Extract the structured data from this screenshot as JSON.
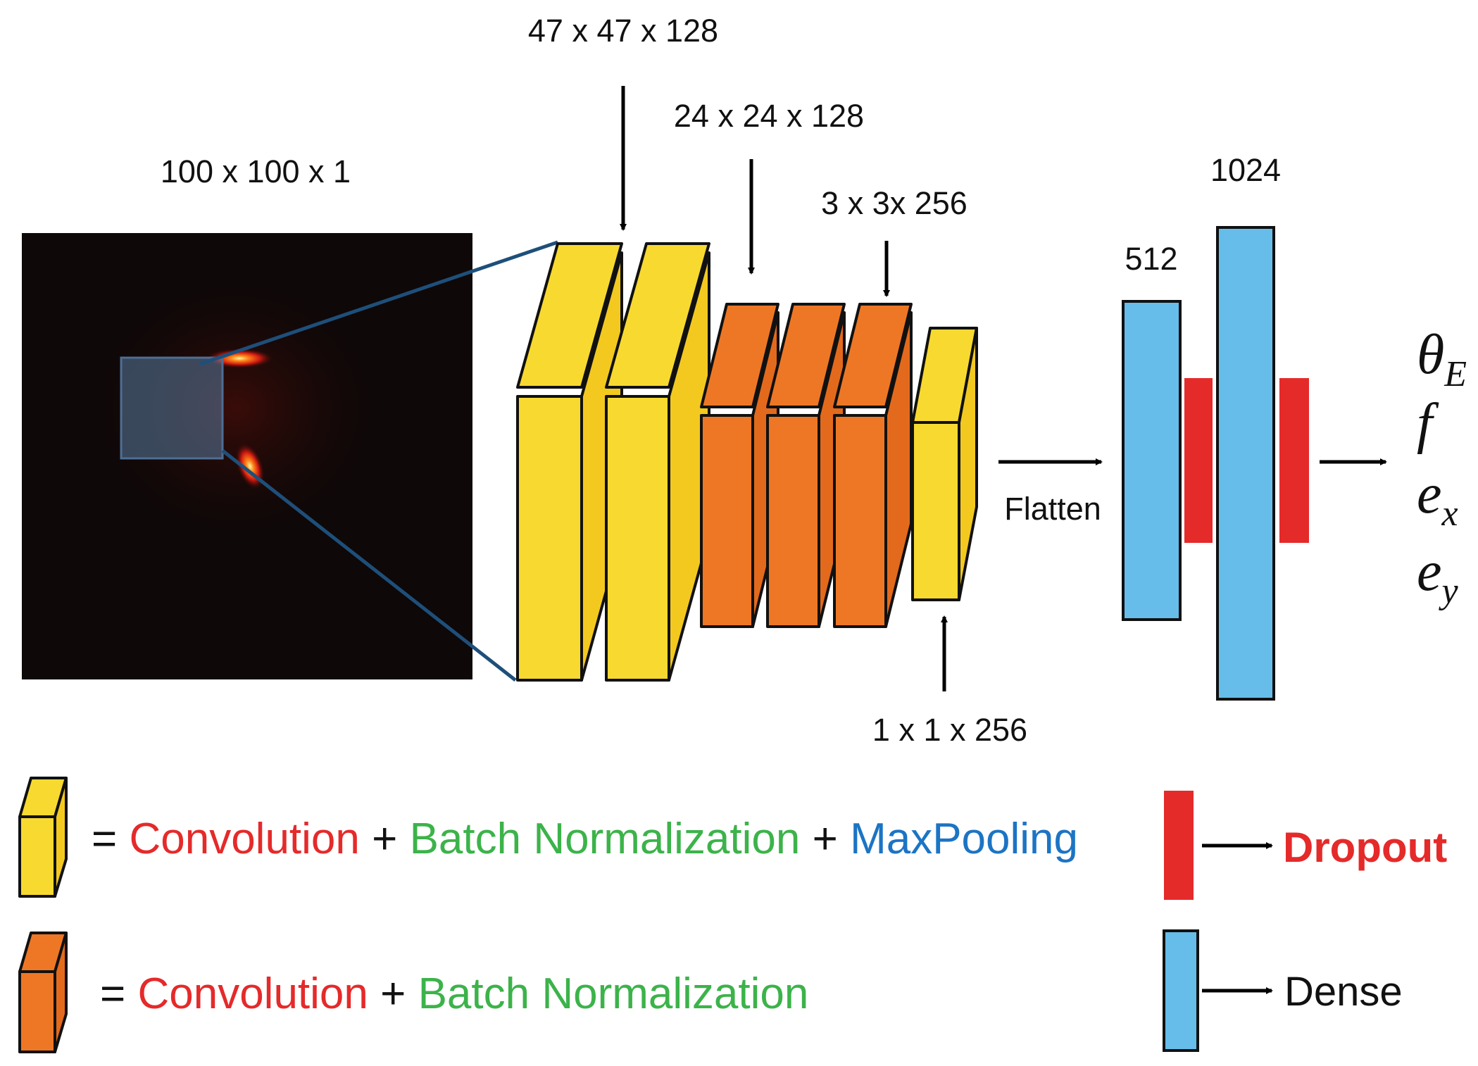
{
  "colors": {
    "yellow": "#f8d930",
    "orange": "#ee7725",
    "blue": "#66bdea",
    "red": "#e52a2a",
    "green": "#3cb34a",
    "maxpool_blue": "#1c74c4",
    "link_blue": "#1e4f7a"
  },
  "labels": {
    "input_dim": "100 x 100 x 1",
    "conv1_dim": "47 x 47 x 128",
    "conv2_dim": "24 x 24 x 128",
    "conv3_dim": "3 x 3x 256",
    "conv4_dim": "1 x 1 x 256",
    "flatten": "Flatten",
    "dense1": "512",
    "dense2": "1024"
  },
  "outputs": {
    "theta": "θ",
    "theta_sub": "E",
    "f": "f",
    "ex": "e",
    "ex_sub": "x",
    "ey": "e",
    "ey_sub": "y"
  },
  "legend": {
    "yellow_row": {
      "eq": "=",
      "convolution": "Convolution",
      "plus1": "+",
      "batchnorm": "Batch Normalization",
      "plus2": "+",
      "maxpool": "MaxPooling"
    },
    "orange_row": {
      "eq": "=",
      "convolution": "Convolution",
      "plus1": "+",
      "batchnorm": "Batch Normalization"
    },
    "dropout": "Dropout",
    "dense": "Dense"
  }
}
